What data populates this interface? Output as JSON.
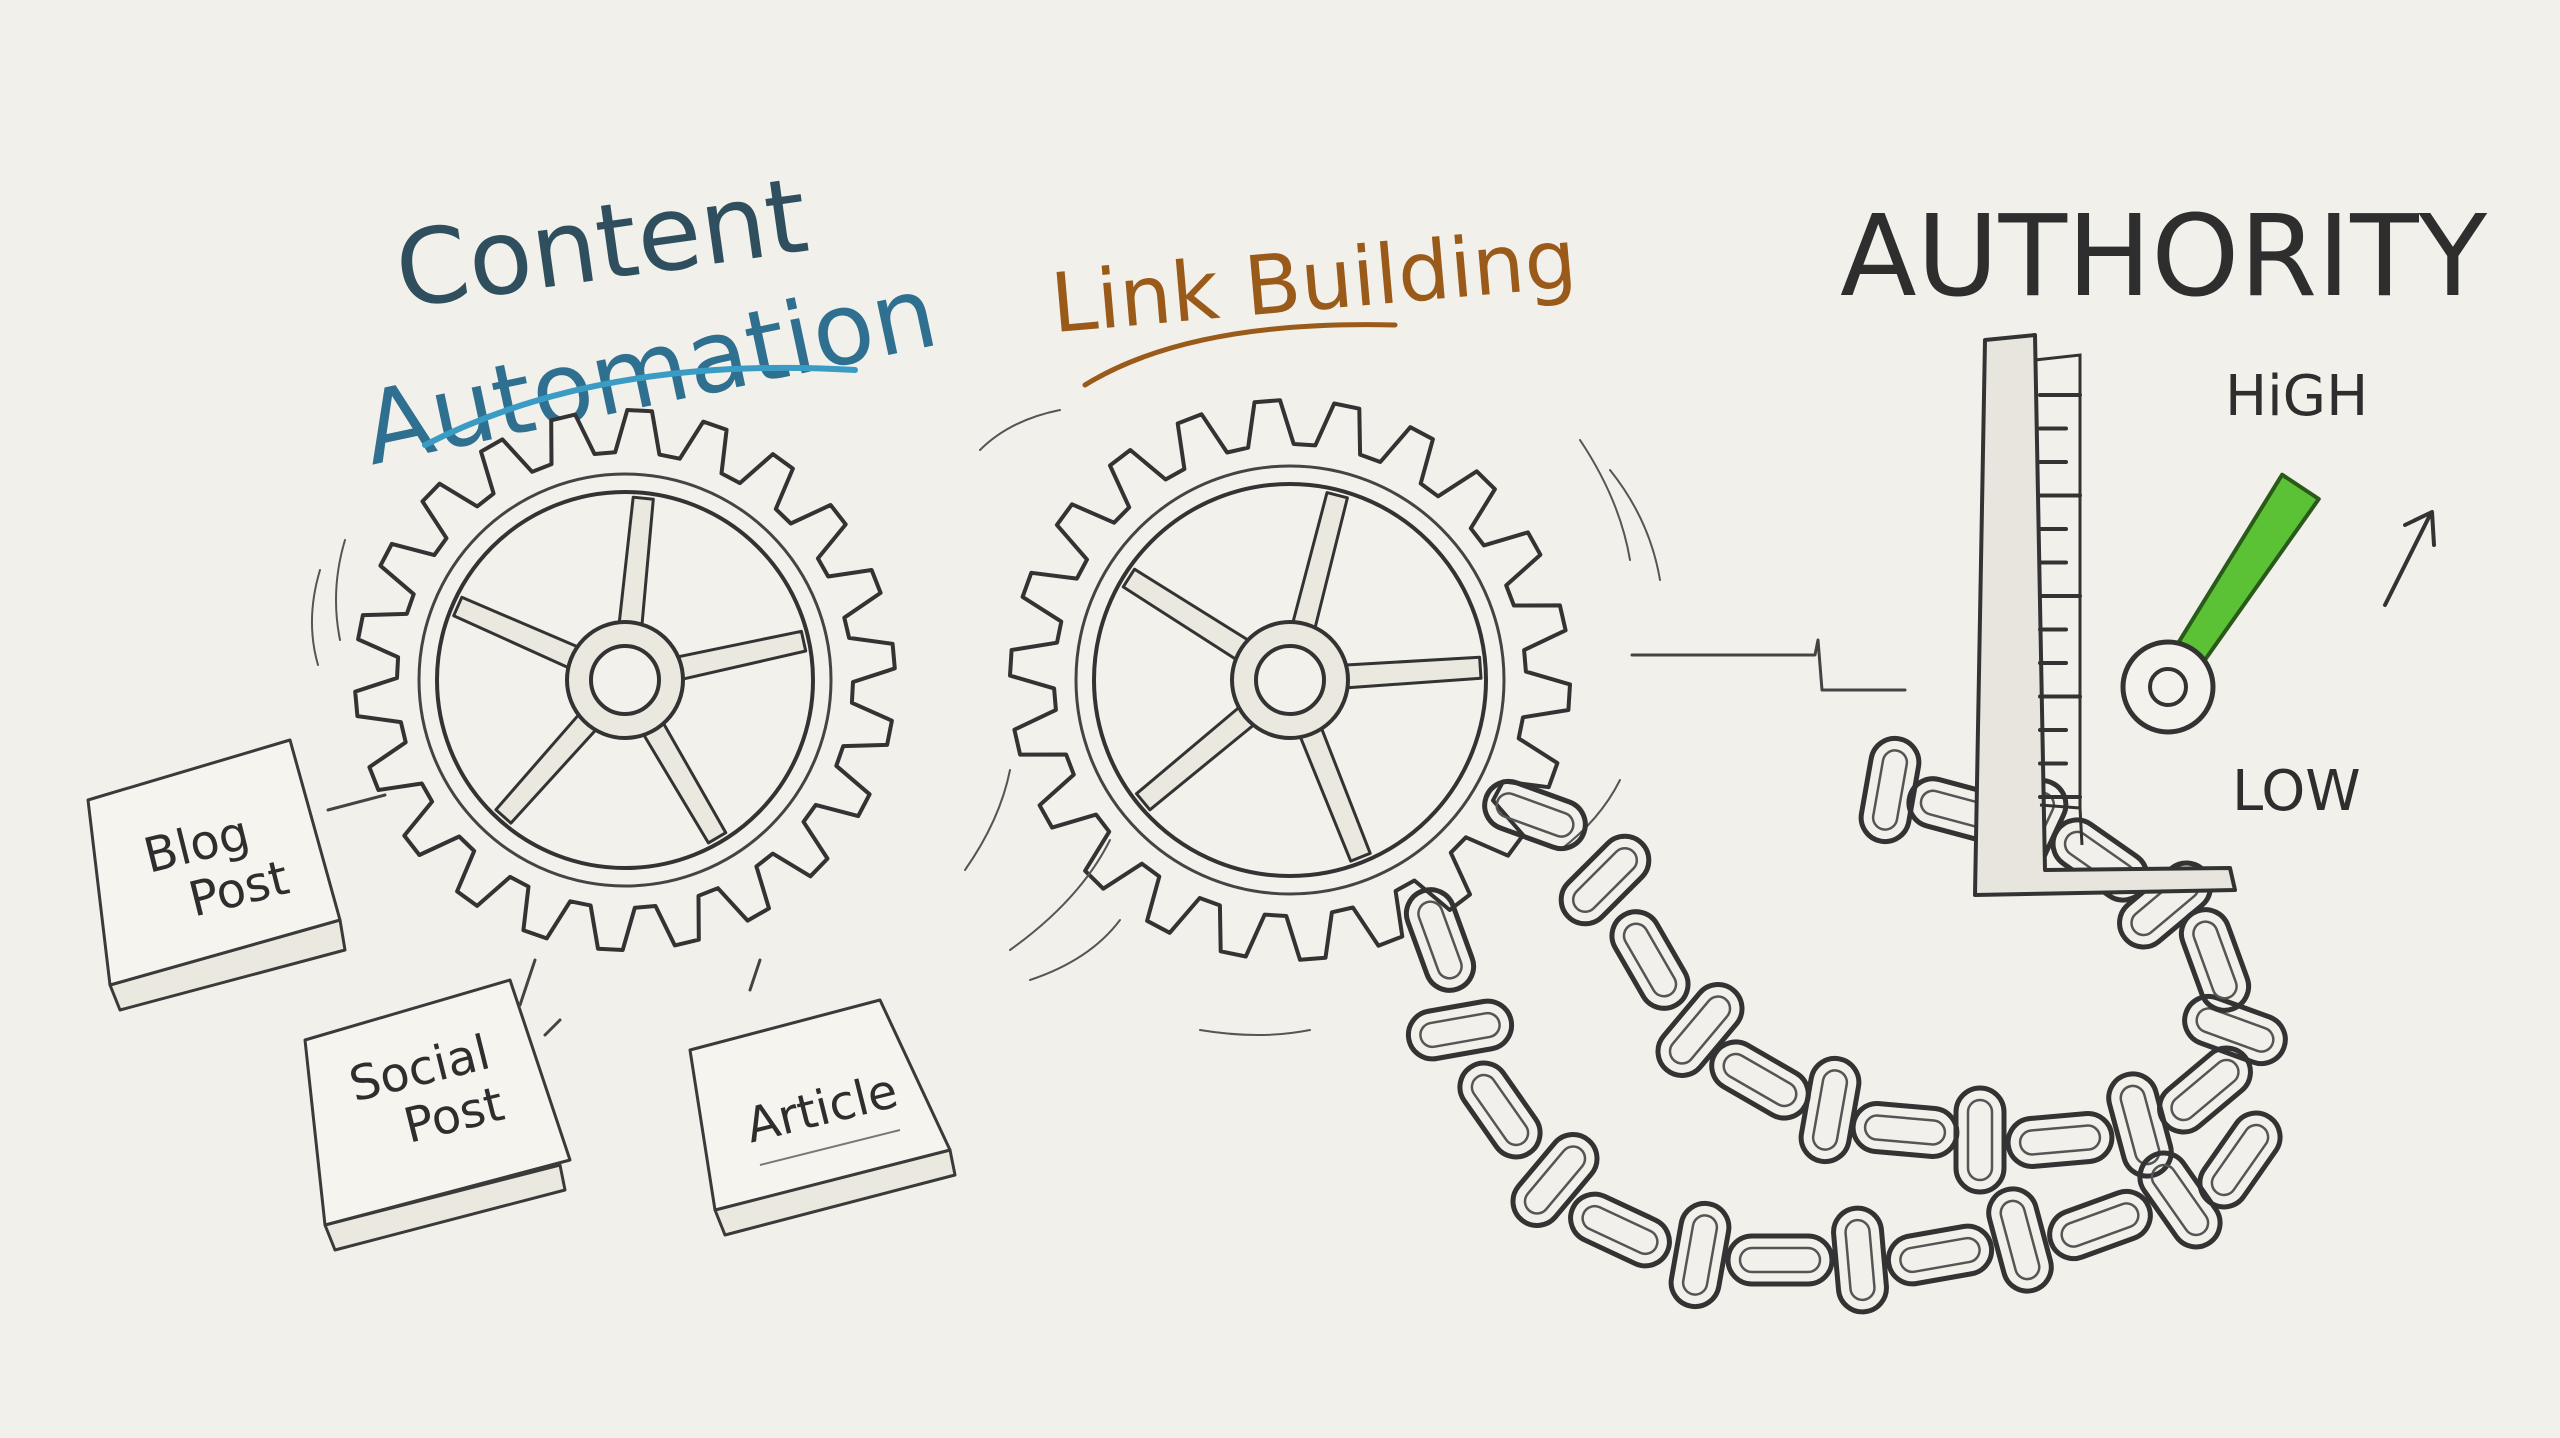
{
  "labels": {
    "content_automation_line1": "Content",
    "content_automation_line2": "Automation",
    "link_building": "Link Building",
    "authority": "AUTHORITY",
    "gauge_high": "HiGH",
    "gauge_low": "LOW"
  },
  "cards": {
    "blog_post_line1": "Blog",
    "blog_post_line2": "Post",
    "social_post_line1": "Social",
    "social_post_line2": "Post",
    "article": "Article"
  },
  "gauge": {
    "level_fraction": 0.85
  },
  "colors": {
    "content_automation": "#2f6f8f",
    "content_underline": "#3a9cc4",
    "link_building": "#9a5a1a",
    "ink": "#2e2e2e",
    "needle": "#5bc236",
    "paper": "#f2f0ea"
  },
  "icons": [
    "gear-icon",
    "chain-icon",
    "gauge-icon",
    "arrow-up-right-icon"
  ]
}
